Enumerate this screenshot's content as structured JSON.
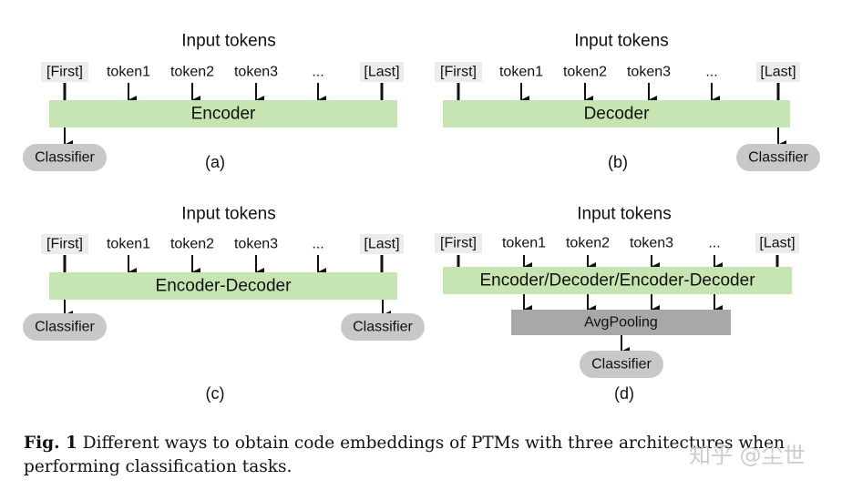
{
  "colors": {
    "block_green": "#c6e5b3",
    "pooling_gray": "#a8a8a8",
    "classifier_gray": "#c8c8c8",
    "special_token_bg": "#ececec",
    "text": "#111111"
  },
  "panels": {
    "a": {
      "title": "Input tokens",
      "tokens": [
        "[First]",
        "token1",
        "token2",
        "token3",
        "...",
        "[Last]"
      ],
      "block": "Encoder",
      "classifiers": [
        "Classifier"
      ],
      "label": "(a)"
    },
    "b": {
      "title": "Input tokens",
      "tokens": [
        "[First]",
        "token1",
        "token2",
        "token3",
        "...",
        "[Last]"
      ],
      "block": "Decoder",
      "classifiers": [
        "Classifier"
      ],
      "label": "(b)"
    },
    "c": {
      "title": "Input tokens",
      "tokens": [
        "[First]",
        "token1",
        "token2",
        "token3",
        "...",
        "[Last]"
      ],
      "block": "Encoder-Decoder",
      "classifiers": [
        "Classifier",
        "Classifier"
      ],
      "label": "(c)"
    },
    "d": {
      "title": "Input tokens",
      "tokens": [
        "[First]",
        "token1",
        "token2",
        "token3",
        "...",
        "[Last]"
      ],
      "block": "Encoder/Decoder/Encoder-Decoder",
      "pooling": "AvgPooling",
      "classifiers": [
        "Classifier"
      ],
      "label": "(d)"
    }
  },
  "caption": {
    "figure_label": "Fig. 1",
    "text": "Different ways to obtain code embeddings of PTMs with three architectures when performing classification tasks."
  },
  "watermark": "知乎 @尘世"
}
